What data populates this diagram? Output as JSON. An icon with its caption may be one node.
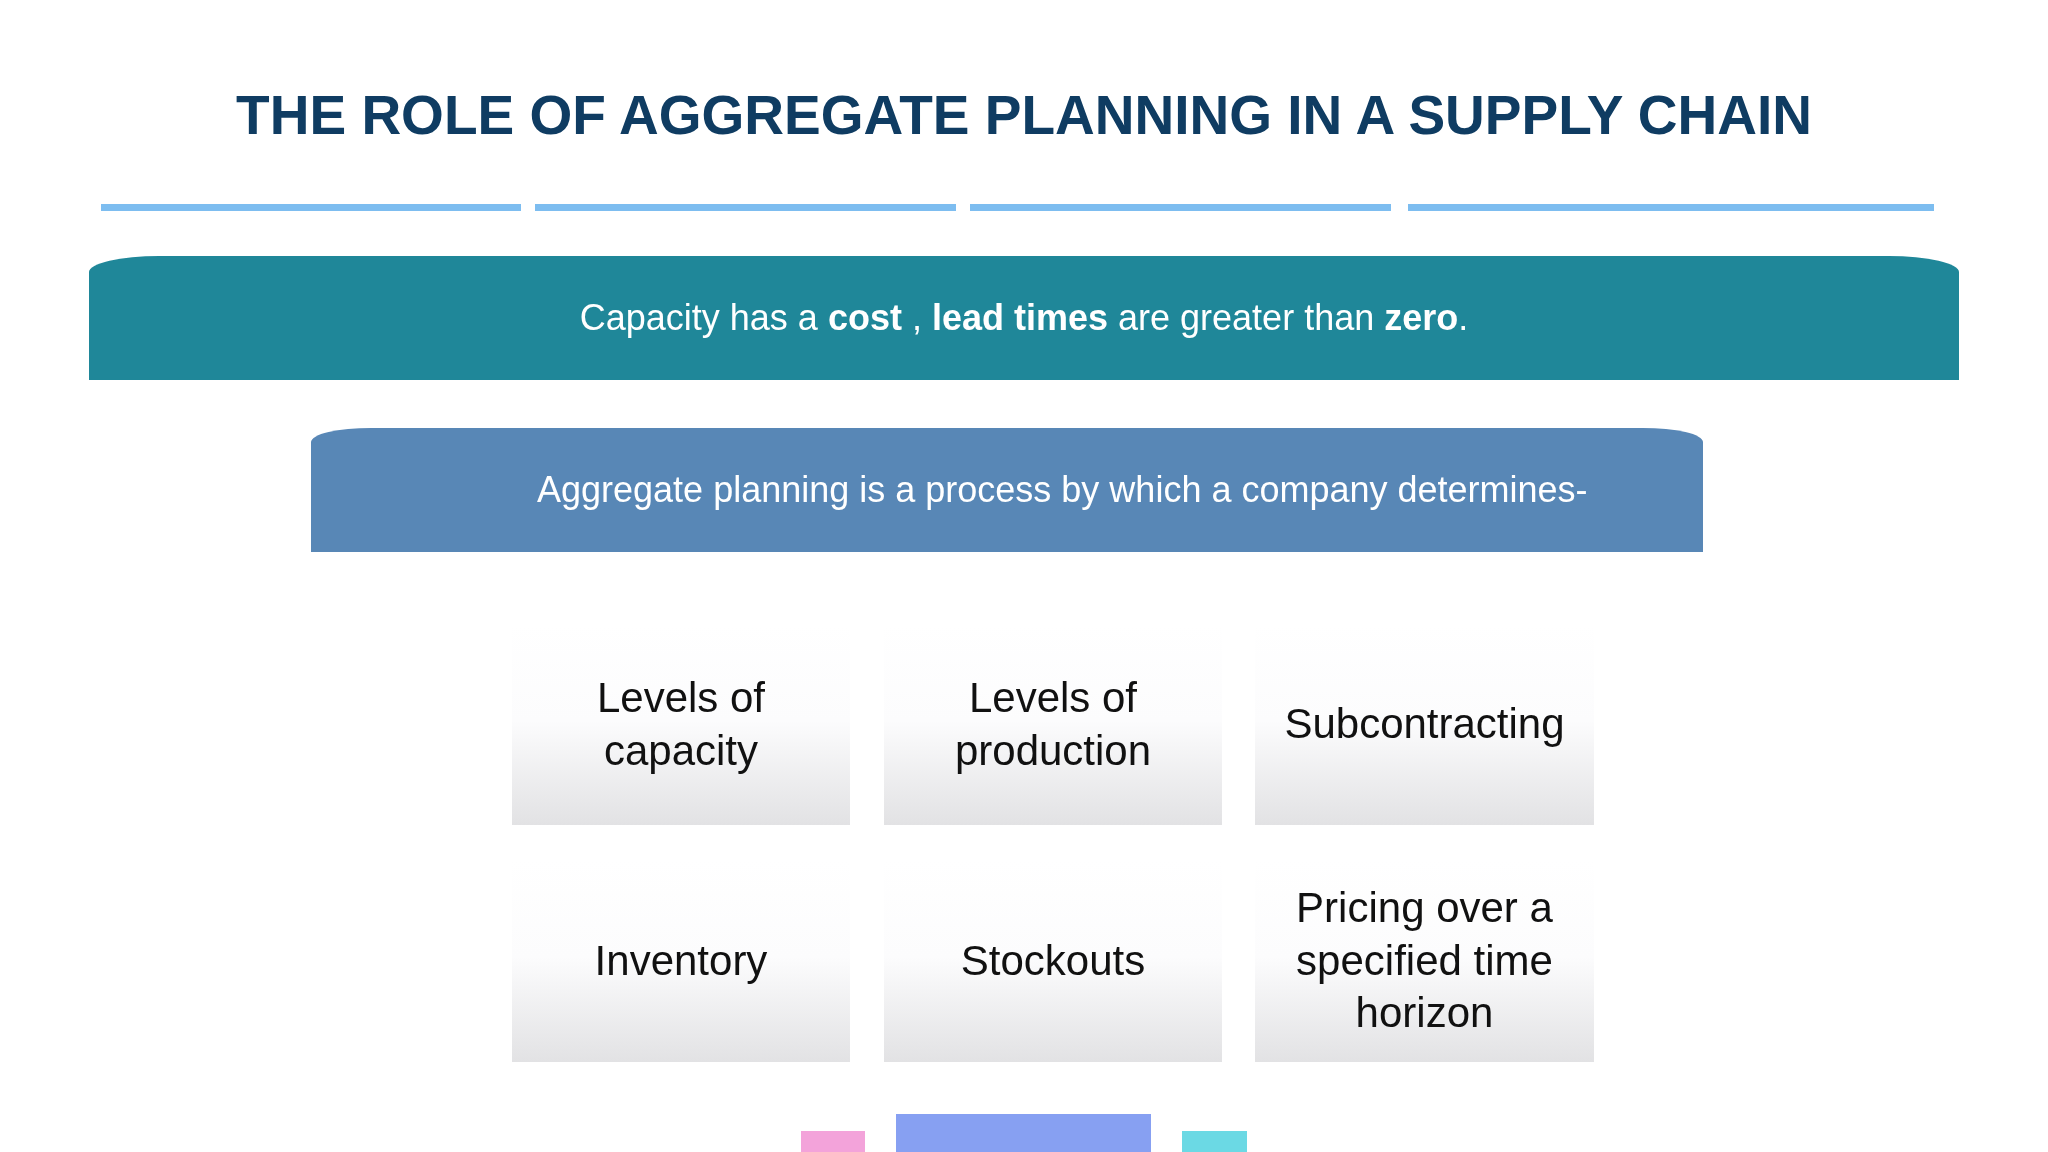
{
  "diagram": {
    "title": "THE ROLE OF AGGREGATE PLANNING IN A SUPPLY CHAIN",
    "nodes": [
      {
        "text": [
          "Capacity has a **cost** , **lead times** are greater than **zero**."
        ]
      },
      {
        "text": [
          "Aggregate planning is a process by which a company determines-"
        ]
      },
      {
        "text": [
          "Levels of capacity"
        ]
      },
      {
        "text": [
          "Levels of production"
        ]
      },
      {
        "text": [
          "Subcontracting"
        ]
      },
      {
        "text": [
          "Inventory"
        ]
      },
      {
        "text": [
          "Stockouts"
        ]
      },
      {
        "text": [
          "Pricing over a specified time horizon"
        ]
      }
    ]
  }
}
